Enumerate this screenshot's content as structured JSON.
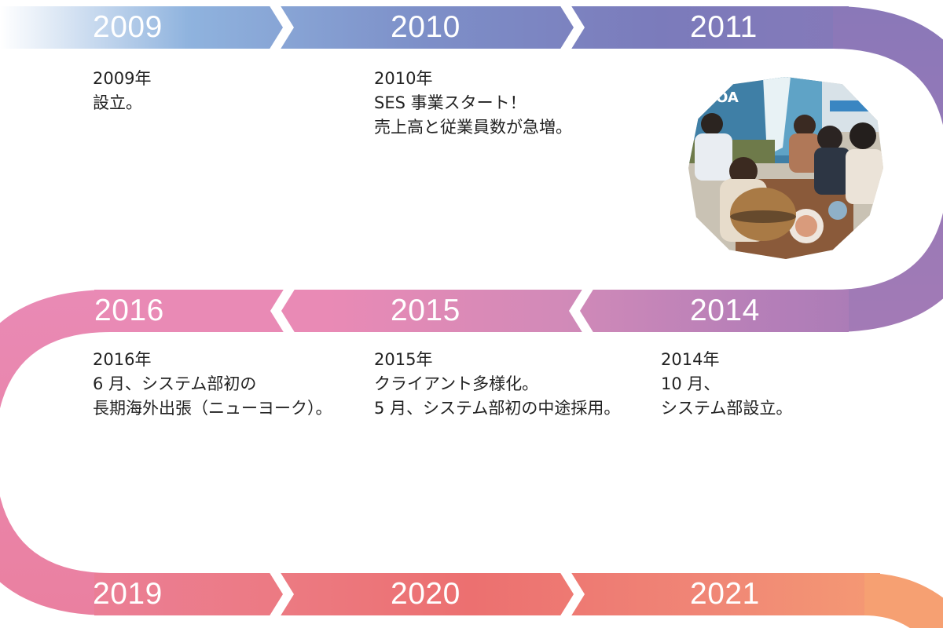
{
  "timeline": {
    "colors": {
      "top_start": "#ffffff",
      "top_mid": "#8fb3de",
      "top_end": "#7f78b8",
      "curve_right": "#9077b7",
      "middle_right": "#a37ab6",
      "middle_mid": "#d58ab8",
      "middle_left": "#e98ab5",
      "bottom_left": "#ea80a0",
      "bottom_mid": "#ec7170",
      "bottom_right": "#f59a72",
      "label_text": "#ffffff",
      "desc_text": "#222222"
    },
    "rows": [
      {
        "direction": "right",
        "years": [
          {
            "year": "2009",
            "desc": [
              "2009年",
              "設立。"
            ]
          },
          {
            "year": "2010",
            "desc": [
              "2010年",
              "SES 事業スタート！",
              "売上高と従業員数が急増。"
            ]
          },
          {
            "year": "2011",
            "desc": [],
            "photo": "group-photo-party"
          }
        ]
      },
      {
        "direction": "left",
        "years": [
          {
            "year": "2016",
            "desc": [
              "2016年",
              "6 月、システム部初の",
              "長期海外出張（ニューヨーク）。"
            ]
          },
          {
            "year": "2015",
            "desc": [
              "2015年",
              "クライアント多様化。",
              "5 月、システム部初の中途採用。"
            ]
          },
          {
            "year": "2014",
            "desc": [
              "2014年",
              "10 月、",
              "システム部設立。"
            ]
          }
        ]
      },
      {
        "direction": "right",
        "years": [
          {
            "year": "2019",
            "desc": []
          },
          {
            "year": "2020",
            "desc": []
          },
          {
            "year": "2021",
            "desc": []
          }
        ]
      }
    ]
  }
}
